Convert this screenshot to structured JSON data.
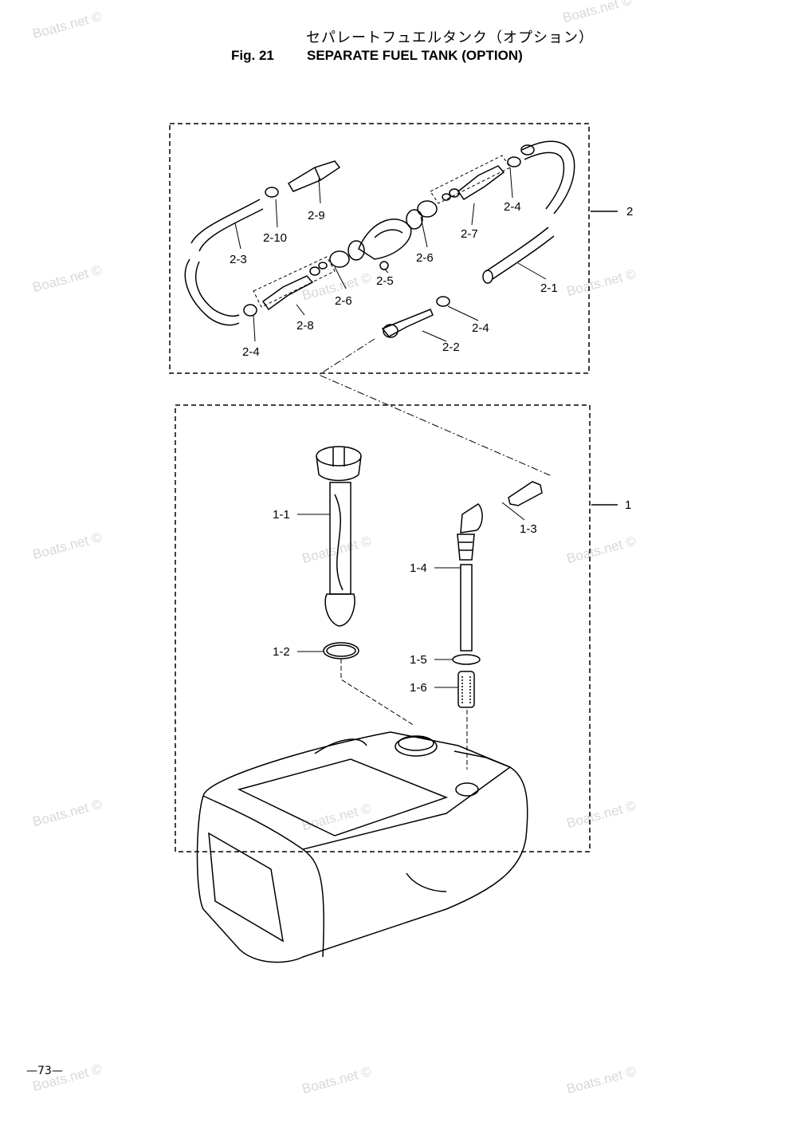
{
  "header": {
    "title_jp": "セパレートフュエルタンク（オプション）",
    "fig_label": "Fig. 21",
    "title_en": "SEPARATE FUEL TANK (OPTION)"
  },
  "footer": {
    "page_number": "—73—"
  },
  "watermark": "Boats.net ©",
  "callouts": {
    "group_1": "1",
    "group_2": "2",
    "p1_1": "1-1",
    "p1_2": "1-2",
    "p1_3": "1-3",
    "p1_4": "1-4",
    "p1_5": "1-5",
    "p1_6": "1-6",
    "p2_1": "2-1",
    "p2_2": "2-2",
    "p2_3": "2-3",
    "p2_4a": "2-4",
    "p2_4b": "2-4",
    "p2_4c": "2-4",
    "p2_5": "2-5",
    "p2_6a": "2-6",
    "p2_6b": "2-6",
    "p2_7": "2-7",
    "p2_8": "2-8",
    "p2_9": "2-9",
    "p2_10": "2-10"
  }
}
